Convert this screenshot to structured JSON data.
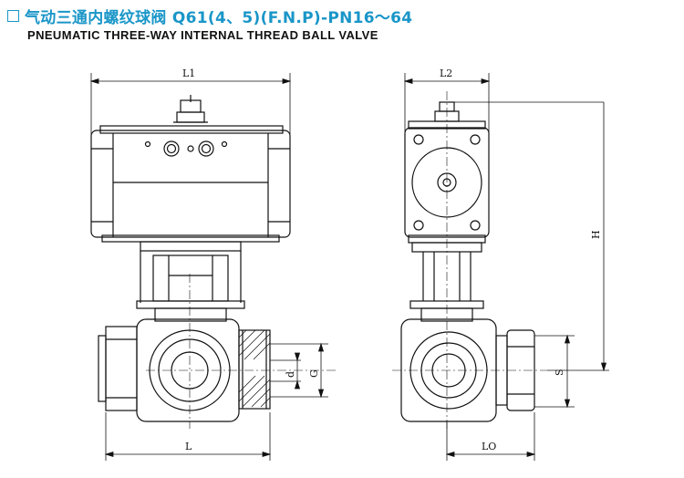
{
  "header": {
    "title": "气动三通内螺纹球阀  Q61(4、5)(F.N.P)-PN16～64",
    "subtitle": "PNEUMATIC THREE-WAY INTERNAL  THREAD  BALL VALVE",
    "accent_color": "#1a96c8",
    "marker_icon": "square-outline-icon"
  },
  "dimensions": {
    "L1": "L1",
    "L2": "L2",
    "L": "L",
    "L0": "LO",
    "H": "H",
    "d": "d",
    "G": "G",
    "S": "S"
  }
}
